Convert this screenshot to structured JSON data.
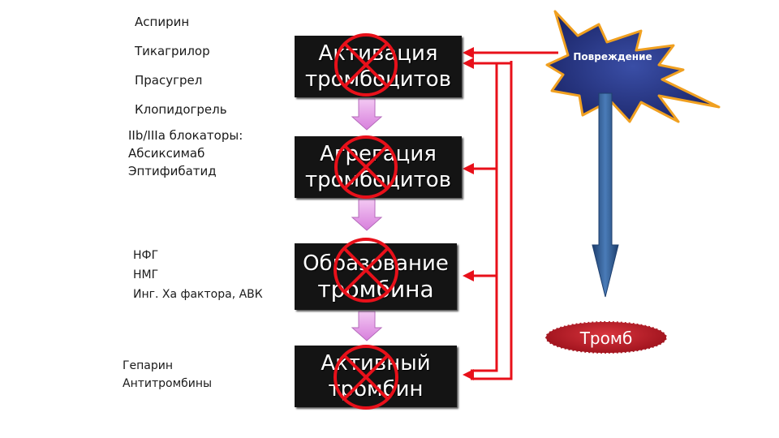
{
  "drugs": {
    "group1": [
      "Аспирин",
      "Тикагрилор",
      "Прасугрел",
      "Клопидогрель"
    ],
    "group2": [
      "IIb/IIIa блокаторы:",
      "Абсиксимаб",
      "Эптифибатид"
    ],
    "group3": [
      "НФГ",
      "НМГ",
      "Инг. Ха фактора, АВК"
    ],
    "group4": [
      "Гепарин",
      "Антитромбины"
    ]
  },
  "stages": [
    {
      "line1": "Активация",
      "line2": "тромбоцитов"
    },
    {
      "line1": "Агрегация",
      "line2": "тромбоцитов"
    },
    {
      "line1": "Образование",
      "line2": "тромбина"
    },
    {
      "line1": "Активный",
      "line2": "тромбин"
    }
  ],
  "injury": {
    "label": "Повреждение"
  },
  "thrombus": {
    "label": "Тромб"
  },
  "colors": {
    "stage_bg": "#141414",
    "cross": "#e8101a",
    "connector": "#e8101a",
    "flow_arrow": "#e7a6ea",
    "injury_fill": "#2b3a8c",
    "injury_border": "#f0a020",
    "thrombus": "#b01a22",
    "blue_arrow": "#2e5a8c"
  }
}
